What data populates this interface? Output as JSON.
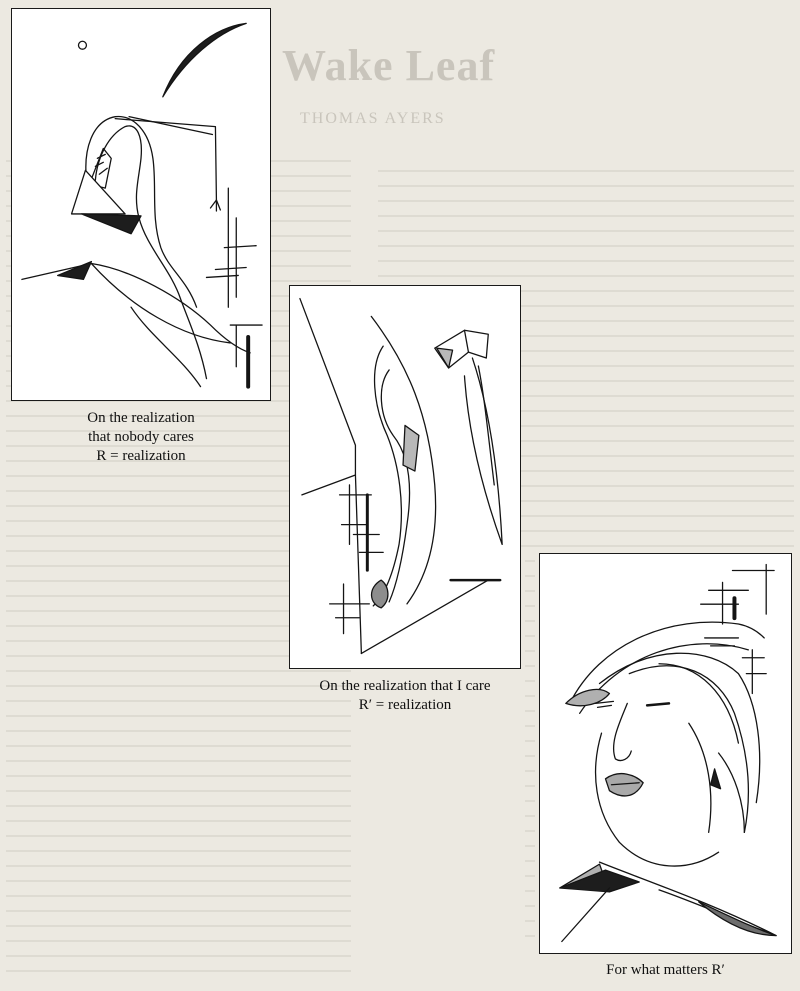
{
  "background_ghost": {
    "title": "Wake Leaf",
    "author": "THOMAS AYERS"
  },
  "panels": [
    {
      "id": "panel-1",
      "caption_lines": [
        "On the realization",
        "that nobody cares",
        "R = realization"
      ]
    },
    {
      "id": "panel-2",
      "caption_lines": [
        "On the realization that I care",
        "R′ = realization"
      ]
    },
    {
      "id": "panel-3",
      "caption_lines": [
        "For what matters R′"
      ]
    }
  ],
  "colors": {
    "paper": "#ece9e1",
    "panel_bg": "#ffffff",
    "ink": "#141414"
  }
}
